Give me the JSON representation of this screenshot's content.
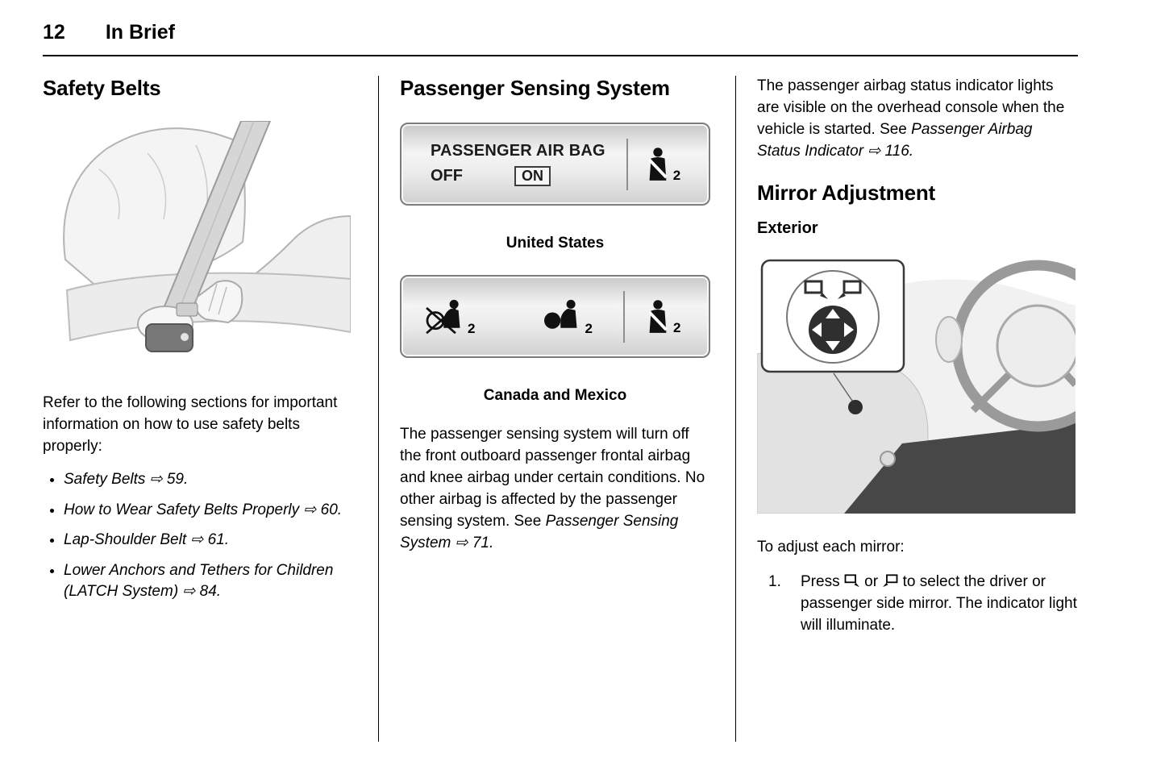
{
  "header": {
    "page_number": "12",
    "chapter": "In Brief"
  },
  "col1": {
    "heading": "Safety Belts",
    "intro": "Refer to the following sections for important information on how to use safety belts properly:",
    "bullets": [
      "Safety Belts ⇨ 59.",
      "How to Wear Safety Belts Properly ⇨ 60.",
      "Lap-Shoulder Belt ⇨ 61.",
      "Lower Anchors and Tethers for Children (LATCH System) ⇨ 84."
    ]
  },
  "col2": {
    "heading": "Passenger Sensing System",
    "indicator_us": {
      "title": "PASSENGER AIR BAG",
      "off": "OFF",
      "on": "ON",
      "icon_subscript": "2"
    },
    "caption_us": "United States",
    "indicator_cm": {
      "subscripts": [
        "2",
        "2",
        "2"
      ]
    },
    "caption_cm": "Canada and Mexico",
    "body_pre": "The passenger sensing system will turn off the front outboard passenger frontal airbag and knee airbag under certain conditions. No other airbag is affected by the passenger sensing system. See ",
    "body_link": "Passenger Sensing System",
    "body_ref": " ⇨ 71."
  },
  "col3": {
    "para1_pre": "The passenger airbag status indicator lights are visible on the overhead console when the vehicle is started. See ",
    "para1_link": "Passenger Airbag Status Indicator",
    "para1_ref": " ⇨ 116.",
    "heading": "Mirror Adjustment",
    "subheading": "Exterior",
    "adjust_intro": "To adjust each mirror:",
    "step1": {
      "number": "1.",
      "pre": "Press ",
      "or": " or ",
      "post": " to select the driver or passenger side mirror. The indicator light will illuminate."
    }
  },
  "icons": {
    "reference-arrow": "⇨",
    "seatbelt-reminder-icon": "person-wearing-seatbelt",
    "airbag-off-icon": "airbag-circle-crossed-out",
    "airbag-on-icon": "airbag-circle",
    "driver-mirror-select-icon": "square-with-corner-arrow",
    "passenger-mirror-select-icon": "square-with-corner-arrow"
  }
}
